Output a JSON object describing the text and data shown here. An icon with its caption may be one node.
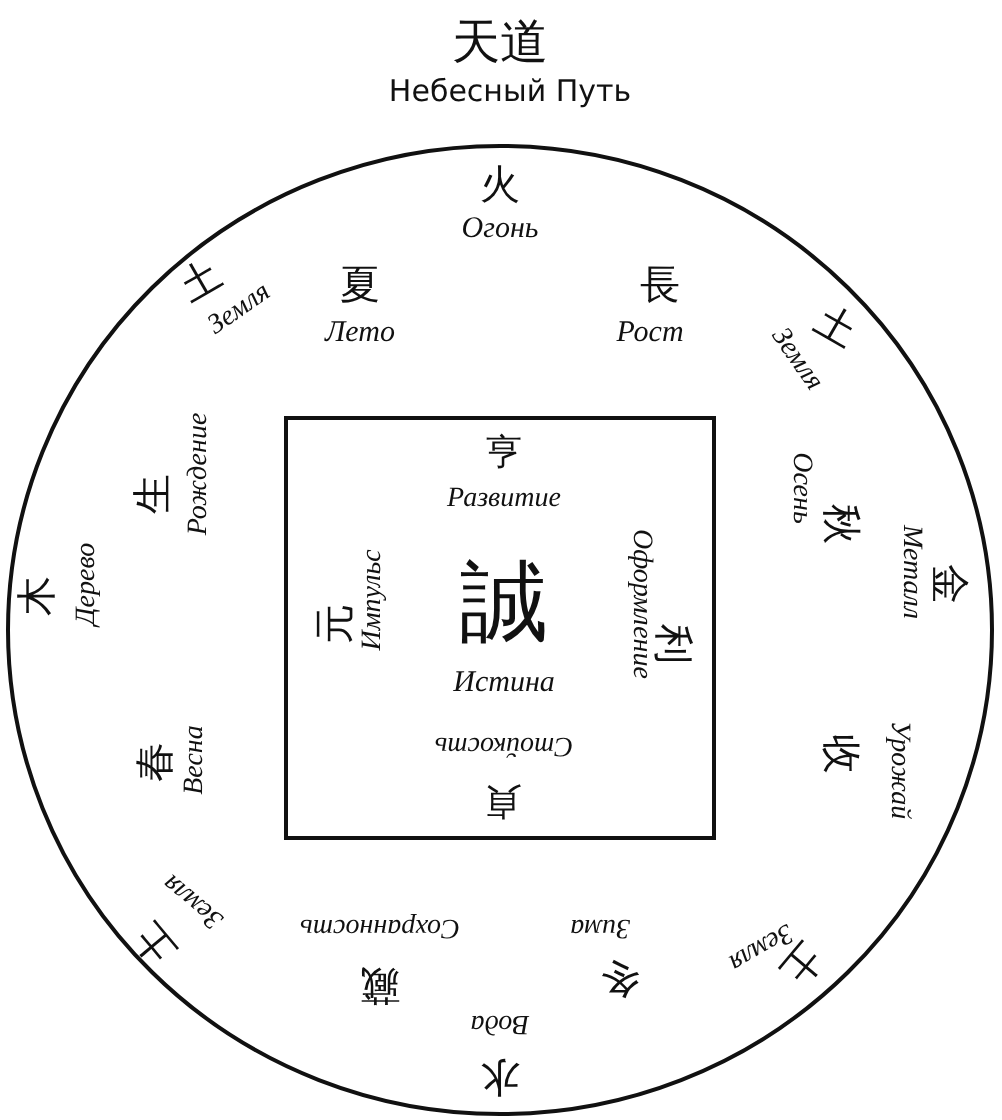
{
  "diagram": {
    "nodes": [
      {
        "text": [
          "天道",
          "Небесный Путь"
        ]
      },
      {
        "text": [
          "亨",
          "Развитие",
          "元",
          "Импульс",
          "誠",
          "Истина",
          "利",
          "Оформление",
          "Стойкость",
          "貞"
        ],
        "in": 0
      }
    ],
    "labels": [
      "火",
      "Огонь",
      "土",
      "Земля",
      "夏",
      "Лето",
      "長",
      "Рост",
      "土",
      "Земля",
      "生",
      "Рождение",
      "木",
      "Дерево",
      "秋",
      "Осень",
      "金",
      "Металл",
      "春",
      "Весна",
      "收",
      "Урожай",
      "土",
      "Земля",
      "Сохранность",
      "Зима",
      "藏",
      "冬",
      "土",
      "Земля",
      "Вода",
      "水"
    ]
  }
}
